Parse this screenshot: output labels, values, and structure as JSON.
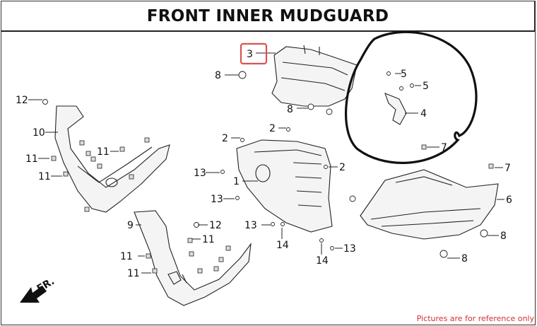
{
  "title": "FRONT INNER MUDGUARD",
  "disclaimer": "Pictures are for reference only",
  "direction_label": "FR.",
  "callouts": {
    "c1": "1",
    "c2a": "2",
    "c2b": "2",
    "c2c": "2",
    "c3": "3",
    "c4": "4",
    "c5a": "5",
    "c5b": "5",
    "c6": "6",
    "c7a": "7",
    "c7b": "7",
    "c8a": "8",
    "c8b": "8",
    "c8c": "8",
    "c8d": "8",
    "c9": "9",
    "c10": "10",
    "c11a": "11",
    "c11b": "11",
    "c11c": "11",
    "c11d": "11",
    "c11e": "11",
    "c11f": "11",
    "c12a": "12",
    "c12b": "12",
    "c13a": "13",
    "c13b": "13",
    "c13c": "13",
    "c13d": "13",
    "c14a": "14",
    "c14b": "14"
  },
  "colors": {
    "highlight_box": "#d9534f",
    "annotation_circle": "#111111",
    "disclaimer": "#d32f2f"
  }
}
